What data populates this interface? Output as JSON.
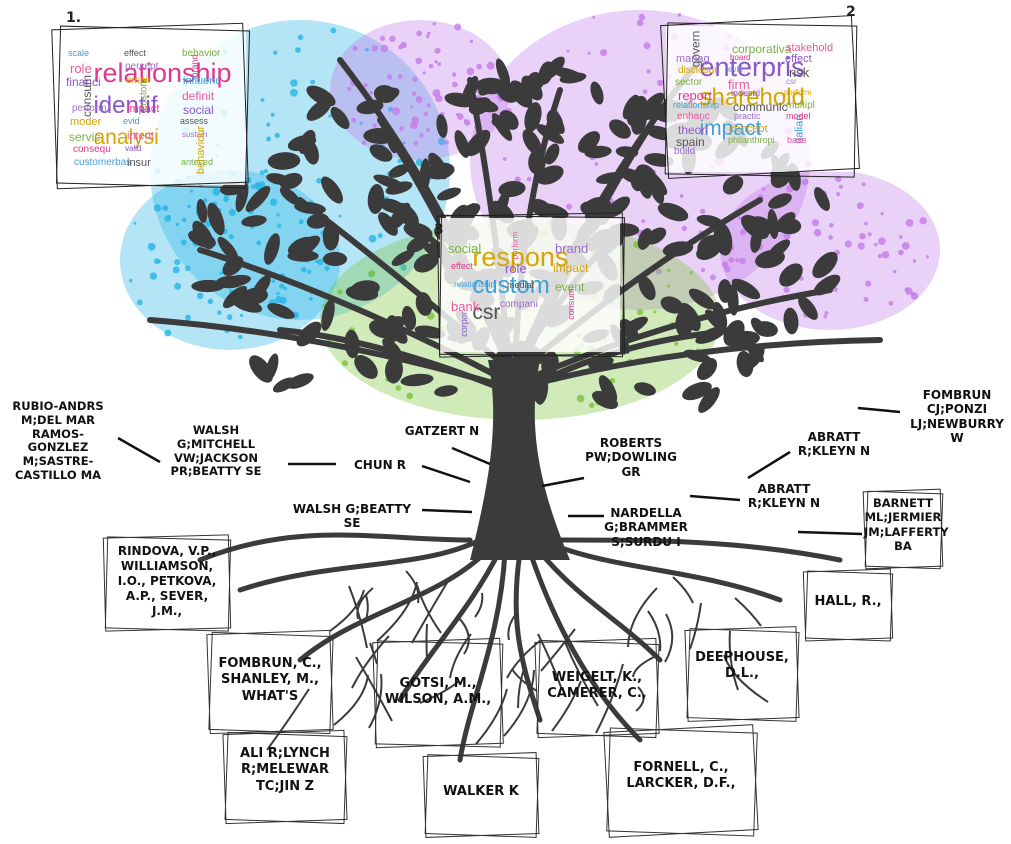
{
  "clusters": [
    {
      "number": "1.",
      "words": [
        "relationship",
        "identif",
        "analysi",
        "scale",
        "effect",
        "behavior",
        "role",
        "percept",
        "brand",
        "financi",
        "empir",
        "influenc",
        "consum",
        "custom",
        "definit",
        "perform",
        "impact",
        "social",
        "moder",
        "evid",
        "assess",
        "servic",
        "intent",
        "sustain",
        "consequ",
        "valid",
        "behaviour",
        "customerbas",
        "insur",
        "anteced"
      ]
    },
    {
      "number": "2",
      "words": [
        "enterpris",
        "sharehold",
        "impact",
        "govern",
        "corporativa",
        "stakehold",
        "manag",
        "board",
        "effect",
        "disclosur",
        "evid",
        "risk",
        "sector",
        "firm",
        "csr",
        "report",
        "industri",
        "perform",
        "relationship",
        "communic",
        "multipl",
        "enhanc",
        "practic",
        "model",
        "theori",
        "concept",
        "italian",
        "spain",
        "philanthropi",
        "base",
        "build"
      ]
    },
    {
      "number": "3",
      "words": [
        "respons",
        "custom",
        "csr",
        "social",
        "perform",
        "brand",
        "effect",
        "role",
        "impact",
        "relationship",
        "mediat",
        "event",
        "bank",
        "compani",
        "consum",
        "corpor"
      ]
    }
  ],
  "leaf_labels": [
    "RUBIO-ANDRS\nM;DEL MAR\nRAMOS-\nGONZLEZ\nM;SASTRE-\nCASTILLO MA",
    "WALSH\nG;MITCHELL\nVW;JACKSON\nPR;BEATTY SE",
    "CHUN R",
    "GATZERT N",
    "ROBERTS\nPW;DOWLING\nGR",
    "ABRATT\nR;KLEYN N",
    "FOMBRUN\nCJ;PONZI\nLJ;NEWBURRY\nW",
    "ABRATT\nR;KLEYN N",
    "WALSH G;BEATTY\nSE",
    "NARDELLA\nG;BRAMMER\nS;SURDU I"
  ],
  "root_labels": [
    "RINDOVA, V.P.,\nWILLIAMSON,\nI.O., PETKOVA,\nA.P., SEVER,\nJ.M.,",
    "BARNETT\nML;JERMIER\nJM;LAFFERTY\nBA",
    "HALL, R.,",
    "FOMBRUN, C.,\nSHANLEY, M.,\nWHAT'S",
    "GOTSI, M.,\nWILSON, A.M.,",
    "WEIGELT, K.,\nCAMERER, C.,",
    "DEEPHOUSE,\nD.L.,",
    "ALI R;LYNCH\nR;MELEWAR\nTC;JIN Z",
    "WALKER K",
    "FORNELL, C.,\nLARCKER, D.F.,"
  ],
  "colors": {
    "trunk": "#3b3b3b",
    "cluster_blue": "#27b4e6",
    "cluster_purple": "#c47be8",
    "cluster_green": "#7cc23a",
    "word_palette": [
      "#e0398b",
      "#8a57c9",
      "#d6a500",
      "#3f9fd6",
      "#555555",
      "#7bb043",
      "#e85a9c",
      "#9f6dd0"
    ]
  }
}
